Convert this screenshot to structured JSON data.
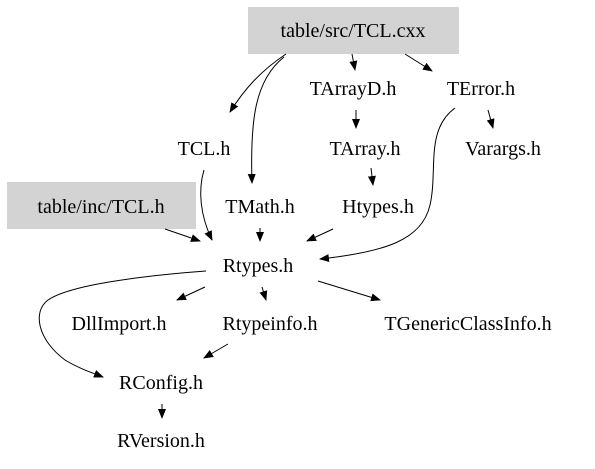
{
  "graph": {
    "highlight_color": "#d3d3d3",
    "nodes": {
      "src_tcl_cxx": "table/src/TCL.cxx",
      "inc_tcl_h": "table/inc/TCL.h",
      "tarrayd_h": "TArrayD.h",
      "terror_h": "TError.h",
      "tcl_h": "TCL.h",
      "tarray_h": "TArray.h",
      "varargs_h": "Varargs.h",
      "tmath_h": "TMath.h",
      "htypes_h": "Htypes.h",
      "rtypes_h": "Rtypes.h",
      "dllimport_h": "DllImport.h",
      "rtypeinfo_h": "Rtypeinfo.h",
      "tgenericclassinfo_h": "TGenericClassInfo.h",
      "rconfig_h": "RConfig.h",
      "rversion_h": "RVersion.h"
    },
    "edges": [
      [
        "src_tcl_cxx",
        "tcl_h"
      ],
      [
        "src_tcl_cxx",
        "tmath_h"
      ],
      [
        "src_tcl_cxx",
        "tarrayd_h"
      ],
      [
        "src_tcl_cxx",
        "terror_h"
      ],
      [
        "tarrayd_h",
        "tarray_h"
      ],
      [
        "terror_h",
        "varargs_h"
      ],
      [
        "terror_h",
        "rtypes_h"
      ],
      [
        "tarray_h",
        "htypes_h"
      ],
      [
        "tcl_h",
        "rtypes_h"
      ],
      [
        "tmath_h",
        "rtypes_h"
      ],
      [
        "htypes_h",
        "rtypes_h"
      ],
      [
        "inc_tcl_h",
        "rtypes_h"
      ],
      [
        "rtypes_h",
        "dllimport_h"
      ],
      [
        "rtypes_h",
        "rtypeinfo_h"
      ],
      [
        "rtypes_h",
        "tgenericclassinfo_h"
      ],
      [
        "rtypes_h",
        "rconfig_h"
      ],
      [
        "rtypeinfo_h",
        "rconfig_h"
      ],
      [
        "rconfig_h",
        "rversion_h"
      ]
    ]
  }
}
